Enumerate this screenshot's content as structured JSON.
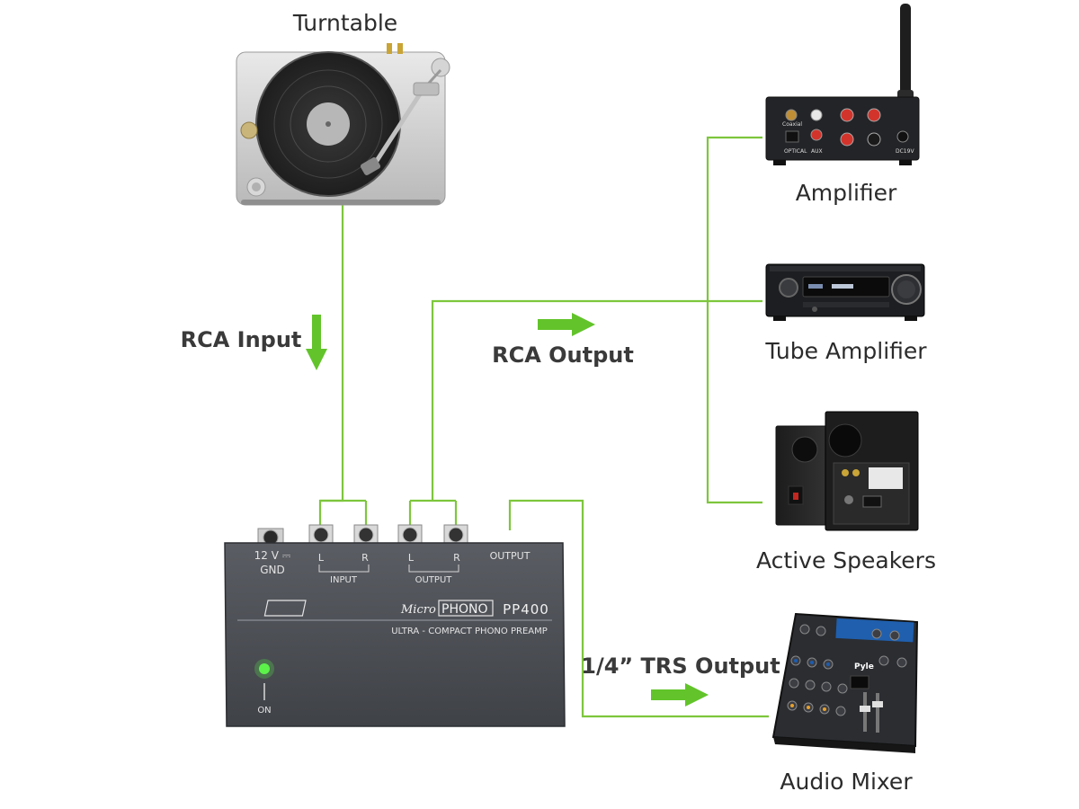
{
  "devices": {
    "turntable": {
      "label": "Turntable"
    },
    "amplifier": {
      "label": "Amplifier"
    },
    "tube_amplifier": {
      "label": "Tube Amplifier"
    },
    "active_speakers": {
      "label": "Active Speakers"
    },
    "audio_mixer": {
      "label": "Audio Mixer"
    }
  },
  "connections": {
    "rca_input": "RCA Input",
    "rca_output": "RCA Output",
    "trs_output": "1/4” TRS Output"
  },
  "preamp": {
    "power_label": "12 V ⎓",
    "gnd_label": "GND",
    "input_l": "L",
    "input_r": "R",
    "input_label": "INPUT",
    "output_l": "L",
    "output_r": "R",
    "output_label": "OUTPUT",
    "trs_label": "OUTPUT",
    "brand_micro": "Micro",
    "brand_phono": "PHONO",
    "model": "PP400",
    "subtitle": "ULTRA - COMPACT PHONO PREAMP",
    "on_label": "ON"
  },
  "amplifier_panel": {
    "coax": "Coaxial",
    "optical": "OPTICAL",
    "aux": "AUX",
    "dc": "DC19V"
  },
  "mixer_panel": {
    "brand": "Pyle"
  },
  "colors": {
    "line": "#7dc63c",
    "arrow": "#62c42a",
    "device_dark": "#2a2c30",
    "preamp_body": "#4a4d53"
  }
}
